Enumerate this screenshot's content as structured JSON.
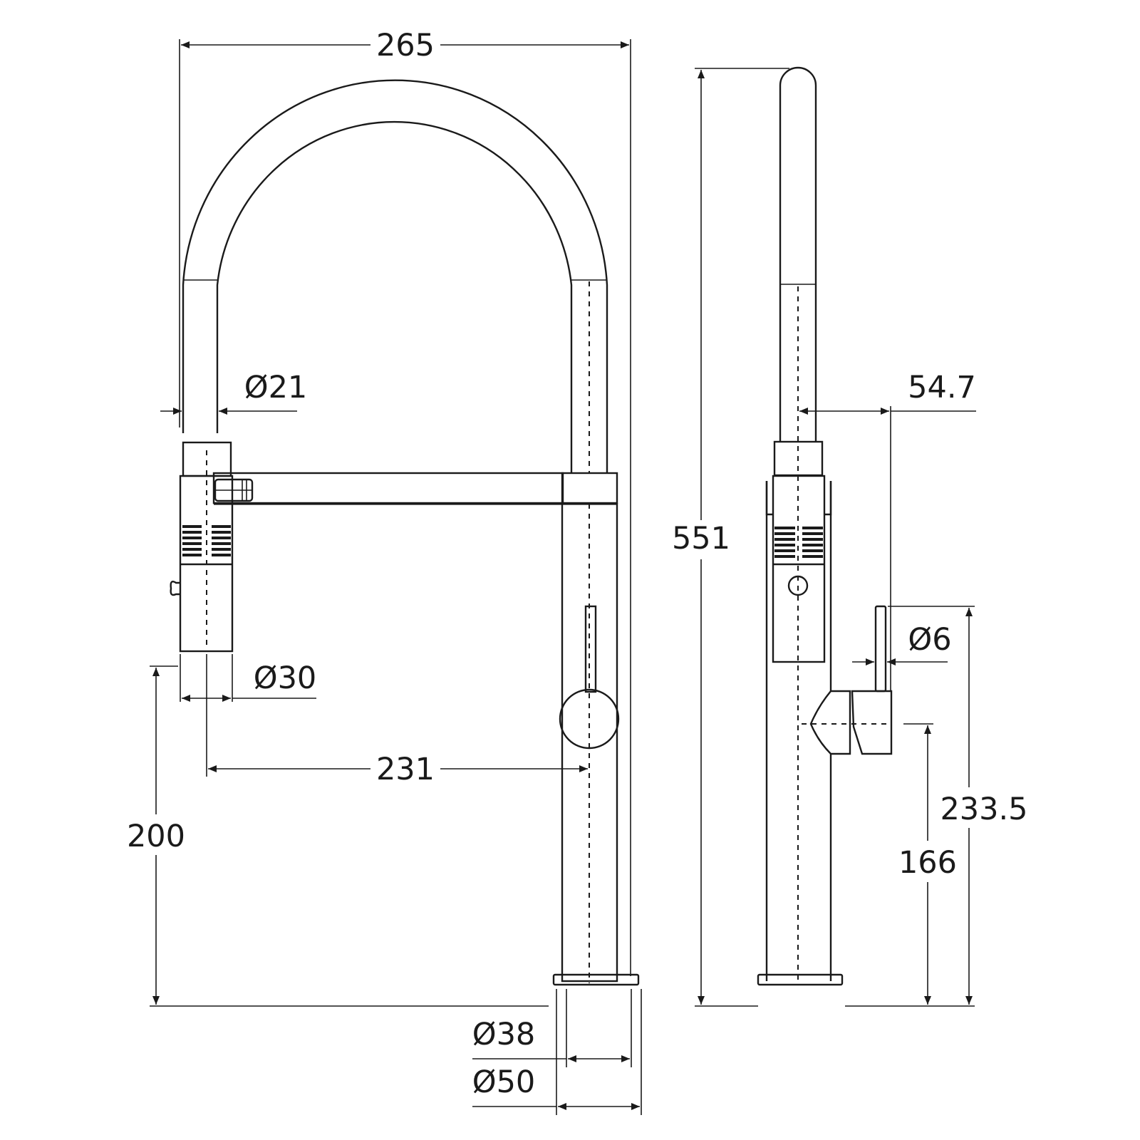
{
  "drawing": {
    "title": "Pull-out kitchen mixer dimension drawing",
    "units": "mm",
    "colors": {
      "line": "#1a1a1a",
      "background": "#ffffff"
    },
    "front_view": {
      "dimensions": {
        "overall_width": "265",
        "spout_diameter": "Ø21",
        "handspray_diameter": "Ø30",
        "spout_reach": "231",
        "outlet_height": "200",
        "body_diameter": "Ø38",
        "base_diameter": "Ø50"
      }
    },
    "side_view": {
      "dimensions": {
        "overall_height": "551",
        "spout_offset": "54.7",
        "lever_diameter": "Ø6",
        "lever_top_height": "233.5",
        "lever_axis_height": "166"
      }
    }
  }
}
